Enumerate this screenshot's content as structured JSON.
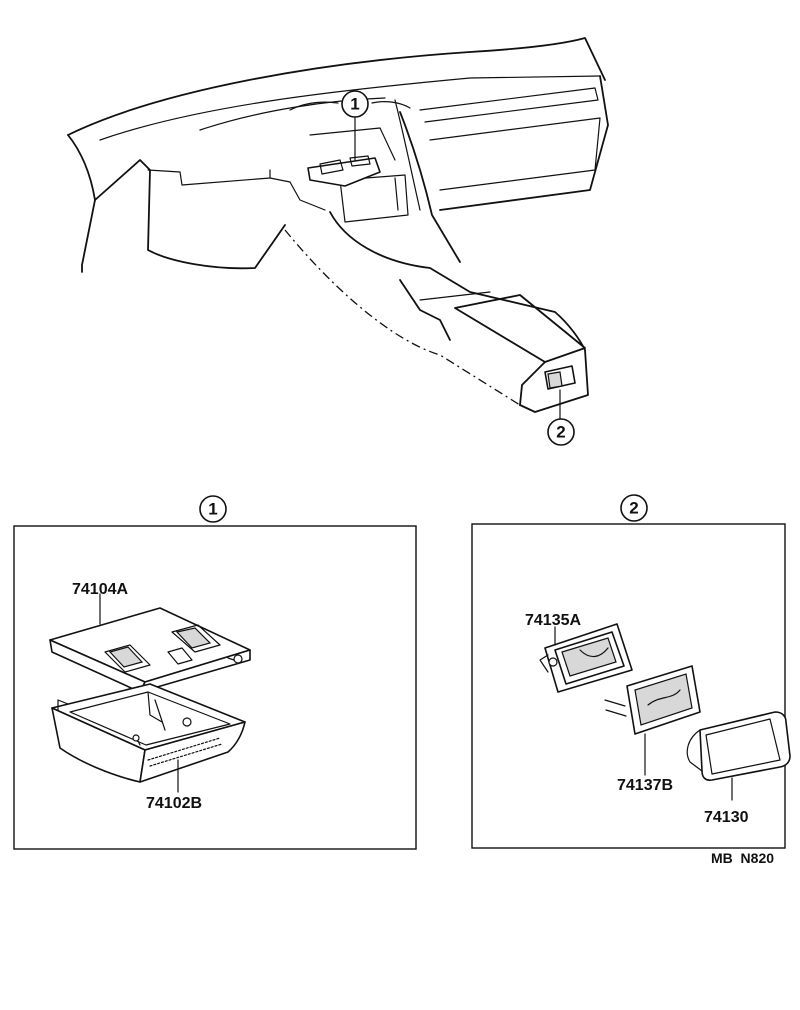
{
  "callouts": {
    "c1": "1",
    "c2": "2"
  },
  "detail1": {
    "callout": "1",
    "parts": {
      "top": "74104A",
      "bottom": "74102B"
    }
  },
  "detail2": {
    "callout": "2",
    "parts": {
      "frame": "74135A",
      "bracket": "74137B",
      "lid": "74130"
    }
  },
  "footer_code": "MB  N820"
}
